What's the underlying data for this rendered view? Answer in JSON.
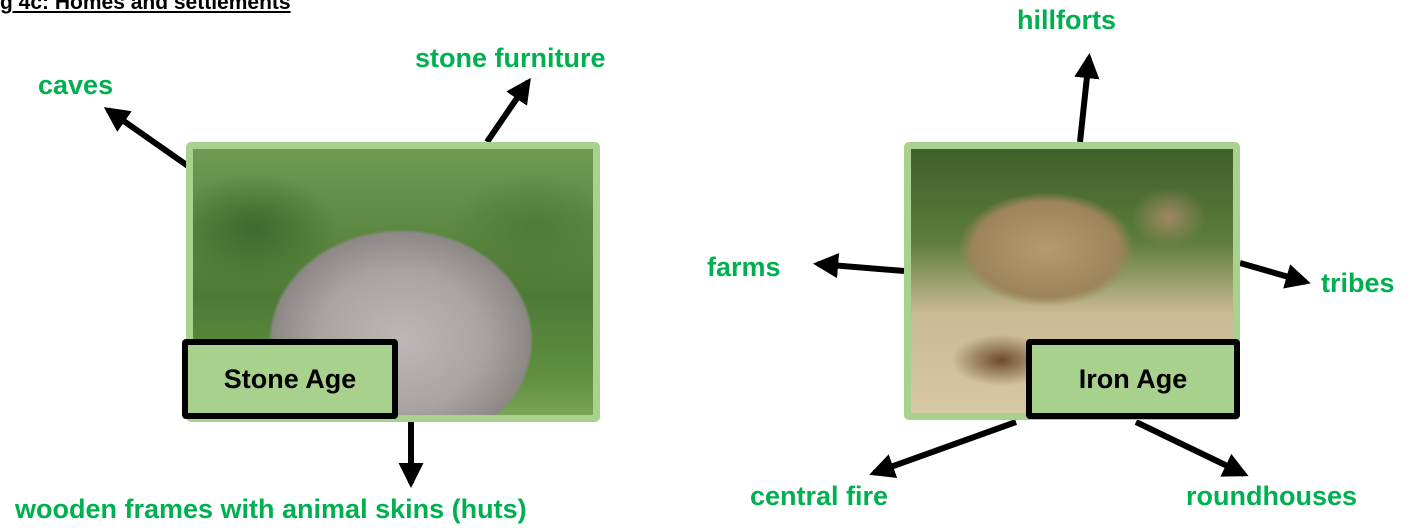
{
  "heading": "g 4c: Homes and settlements",
  "stone": {
    "tag": "Stone Age",
    "labels": {
      "caves": "caves",
      "stone_furniture": "stone furniture",
      "wooden_frames": "wooden frames with animal skins (huts)"
    }
  },
  "iron": {
    "tag": "Iron Age",
    "labels": {
      "hillforts": "hillforts",
      "farms": "farms",
      "tribes": "tribes",
      "central_fire": "central fire",
      "roundhouses": "roundhouses"
    }
  },
  "colors": {
    "label_green": "#00b050",
    "frame_green": "#a9d18e",
    "arrow": "#000000"
  }
}
